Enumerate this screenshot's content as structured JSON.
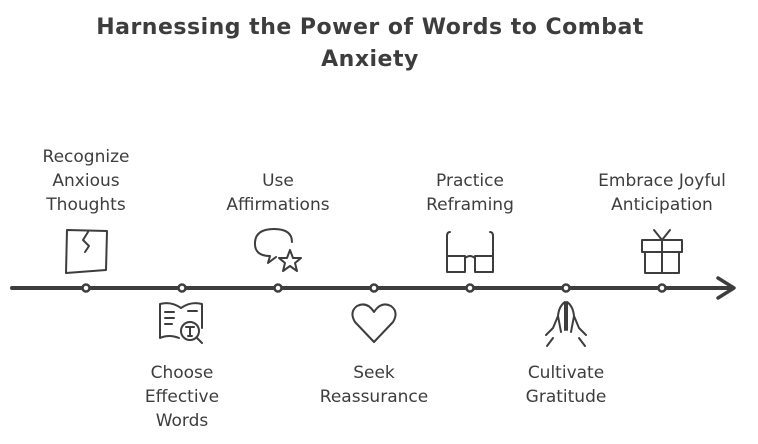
{
  "title": "Harnessing the Power of Words to Combat Anxiety",
  "title_lines": [
    "Harnessing the Power of Words to Combat",
    "Anxiety"
  ],
  "accent_color": "#3d3d3d",
  "steps": [
    {
      "label": "Recognize\nAnxious\nThoughts",
      "icon": "cracked-paper-icon",
      "position": "above"
    },
    {
      "label": "Choose\nEffective\nWords",
      "icon": "book-magnifier-icon",
      "position": "below"
    },
    {
      "label": "Use\nAffirmations",
      "icon": "speech-bubble-star-icon",
      "position": "above"
    },
    {
      "label": "Seek\nReassurance",
      "icon": "heart-icon",
      "position": "below"
    },
    {
      "label": "Practice\nReframing",
      "icon": "glasses-icon",
      "position": "above"
    },
    {
      "label": "Cultivate\nGratitude",
      "icon": "praying-hands-icon",
      "position": "below"
    },
    {
      "label": "Embrace Joyful\nAnticipation",
      "icon": "gift-icon",
      "position": "above"
    }
  ]
}
